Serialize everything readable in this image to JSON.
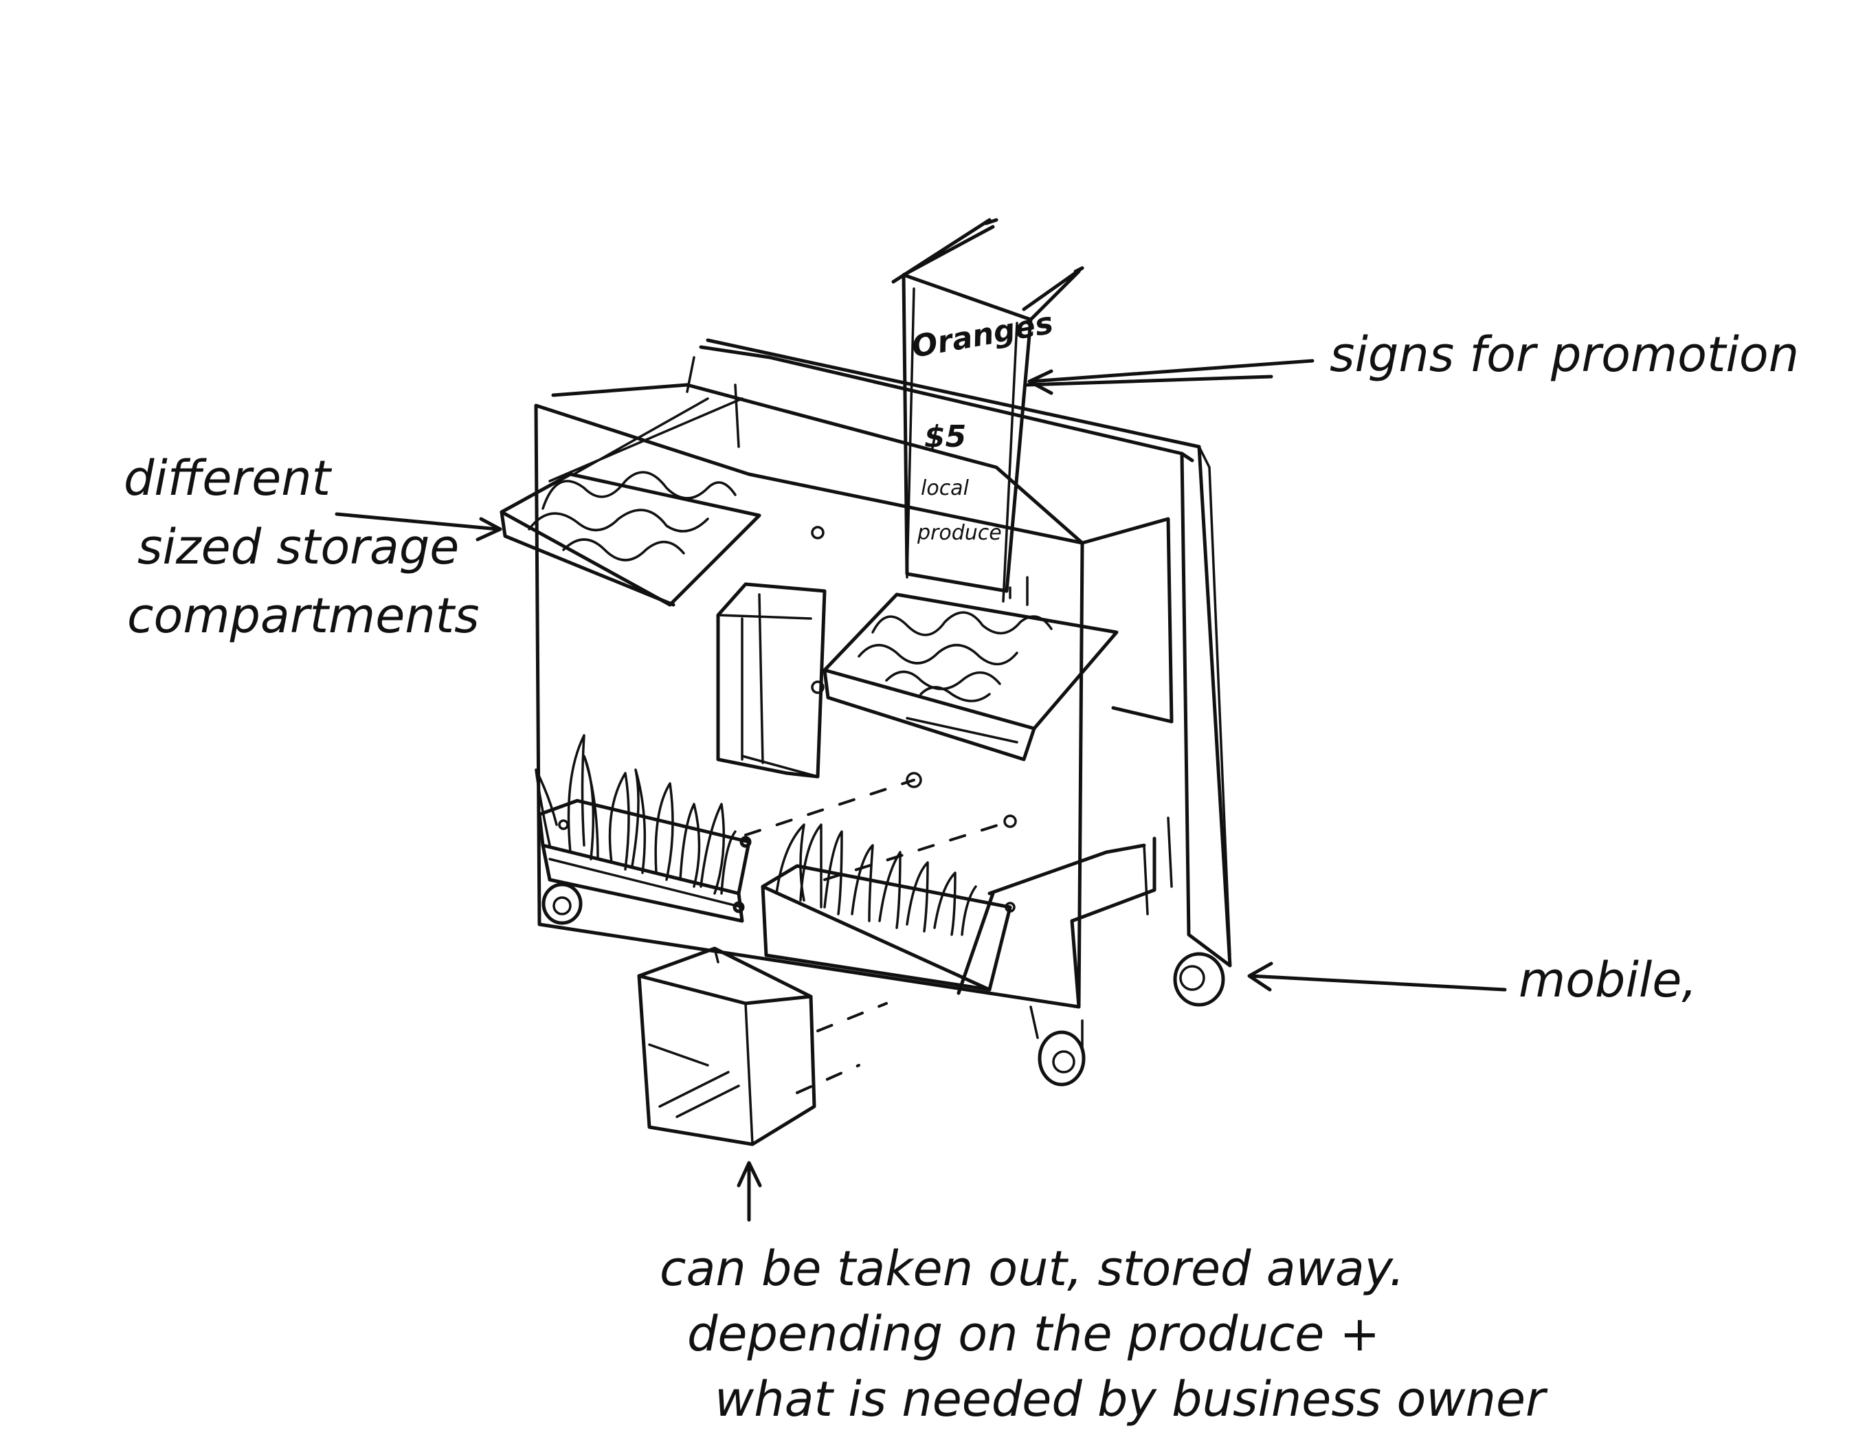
{
  "annotations": {
    "storage": [
      "different",
      "sized storage",
      "compartments"
    ],
    "signs": "signs for promotion",
    "mobile": "mobile,",
    "removable": [
      "can be taken out, stored away.",
      "depending on the produce +",
      "what is needed by business owner"
    ]
  },
  "sign": {
    "product": "Oranges",
    "price": "$5",
    "tagline": [
      "local",
      "produce"
    ]
  }
}
